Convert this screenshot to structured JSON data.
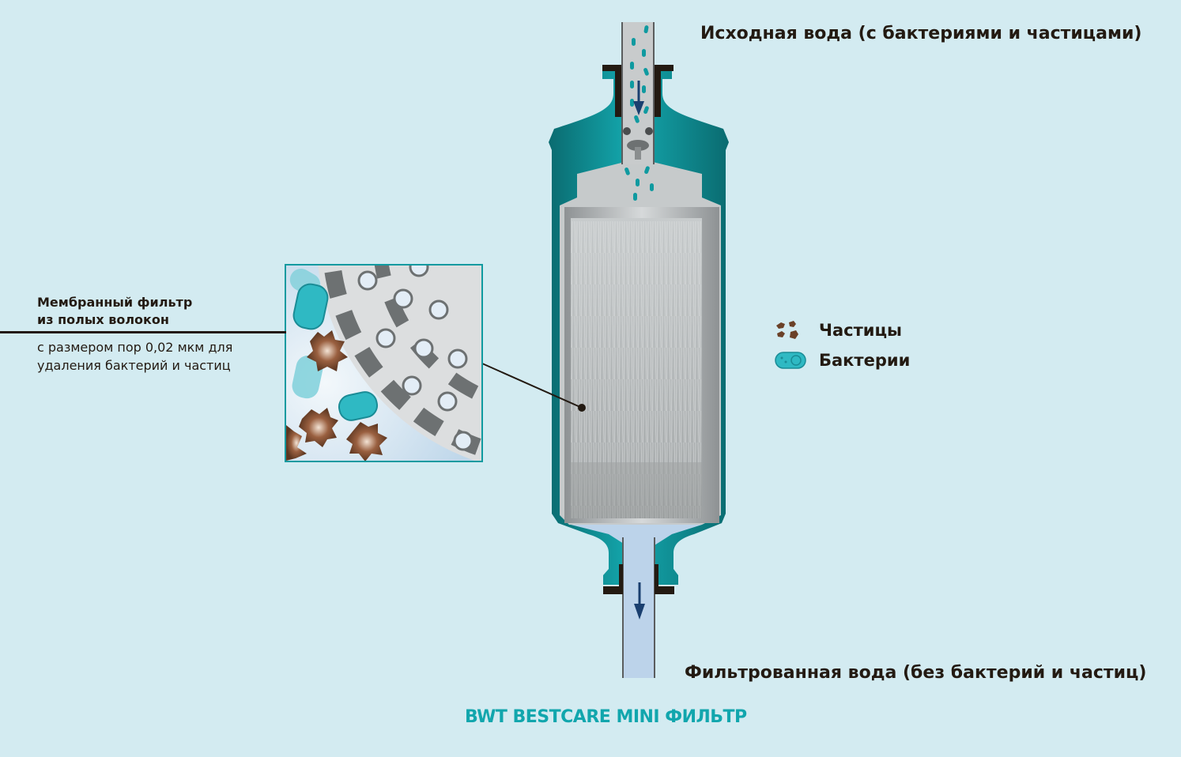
{
  "labels": {
    "inlet": "Исходная вода (с бактериями и частицами)",
    "outlet": "Фильтрованная вода (без бактерий и частиц)",
    "brand": "BWT BESTCARE MINI ФИЛЬТР"
  },
  "callout": {
    "title_line1": "Мембранный фильтр",
    "title_line2": "из полых волокон",
    "desc_line1": "с размером пор 0,02 мкм для",
    "desc_line2": "удаления бактерий и частиц"
  },
  "legend": [
    {
      "label": "Частицы",
      "icon": "particles-icon"
    },
    {
      "label": "Бактерии",
      "icon": "bacteria-icon"
    }
  ],
  "colors": {
    "background": "#d3ebf1",
    "housing": "#0f9aa0",
    "housing_dark": "#0b6f74",
    "arrow": "#1a3f6f",
    "brand": "#11a6ad",
    "particle": "#7a4a2e",
    "bacteria": "#2fb9c3"
  }
}
